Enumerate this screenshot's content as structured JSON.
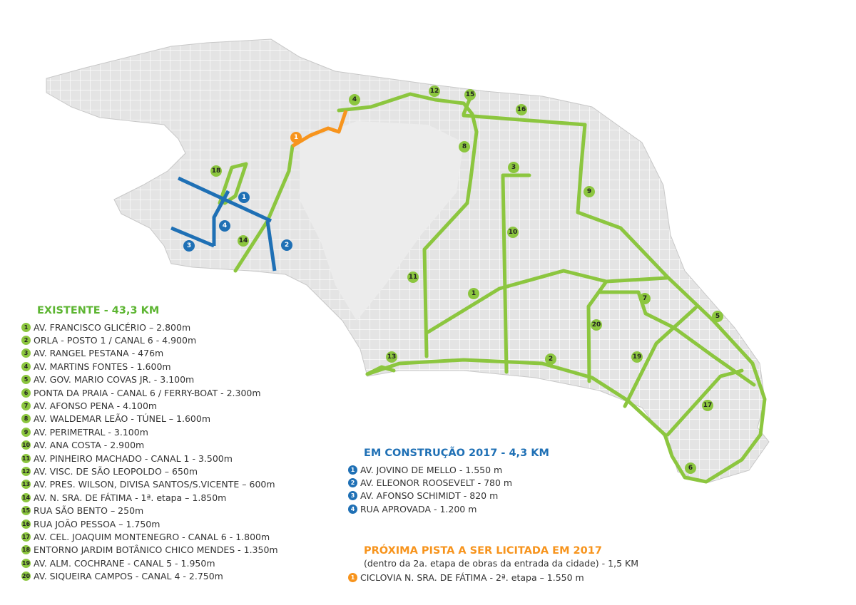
{
  "colors": {
    "existing": "#8cc63f",
    "construction": "#1f70b5",
    "next": "#f7941d",
    "land": "#e4e4e4"
  },
  "existing": {
    "title": "EXISTENTE - 43,3 KM",
    "items": [
      {
        "n": "1",
        "label": "AV. FRANCISCO GLICÉRIO – 2.800m"
      },
      {
        "n": "2",
        "label": "ORLA - POSTO 1 / CANAL 6 - 4.900m"
      },
      {
        "n": "3",
        "label": "AV. RANGEL PESTANA - 476m"
      },
      {
        "n": "4",
        "label": "AV. MARTINS FONTES - 1.600m"
      },
      {
        "n": "5",
        "label": "AV. GOV. MARIO COVAS JR. - 3.100m"
      },
      {
        "n": "6",
        "label": "PONTA DA PRAIA - CANAL 6 / FERRY-BOAT - 2.300m"
      },
      {
        "n": "7",
        "label": "AV. AFONSO PENA - 4.100m"
      },
      {
        "n": "8",
        "label": "AV. WALDEMAR LEÃO - TÚNEL – 1.600m"
      },
      {
        "n": "9",
        "label": "AV. PERIMETRAL - 3.100m"
      },
      {
        "n": "10",
        "label": "AV. ANA COSTA - 2.900m"
      },
      {
        "n": "11",
        "label": "AV. PINHEIRO MACHADO - CANAL 1 - 3.500m"
      },
      {
        "n": "12",
        "label": "AV. VISC. DE SÃO LEOPOLDO – 650m"
      },
      {
        "n": "13",
        "label": "AV. PRES. WILSON, DIVISA SANTOS/S.VICENTE – 600m"
      },
      {
        "n": "14",
        "label": "AV. N. SRA. DE FÁTIMA - 1ª. etapa – 1.850m"
      },
      {
        "n": "15",
        "label": "RUA SÃO BENTO – 250m"
      },
      {
        "n": "16",
        "label": "RUA JOÃO PESSOA – 1.750m"
      },
      {
        "n": "17",
        "label": "AV. CEL. JOAQUIM MONTENEGRO - CANAL 6 - 1.800m"
      },
      {
        "n": "18",
        "label": "ENTORNO JARDIM BOTÂNICO CHICO MENDES - 1.350m"
      },
      {
        "n": "19",
        "label": "AV. ALM. COCHRANE - CANAL 5 - 1.950m"
      },
      {
        "n": "20",
        "label": "AV. SIQUEIRA CAMPOS - CANAL 4 - 2.750m"
      }
    ]
  },
  "construction": {
    "title": "EM CONSTRUÇÃO 2017 - 4,3 KM",
    "items": [
      {
        "n": "1",
        "label": "AV. JOVINO DE MELLO - 1.550 m"
      },
      {
        "n": "2",
        "label": "AV. ELEONOR ROOSEVELT - 780 m"
      },
      {
        "n": "3",
        "label": "AV. AFONSO SCHIMIDT - 820 m"
      },
      {
        "n": "4",
        "label": "RUA APROVADA - 1.200 m"
      }
    ]
  },
  "next": {
    "title": "PRÓXIMA PISTA A SER LICITADA EM 2017",
    "subtitle": "(dentro da 2a. etapa de obras da entrada da cidade) - 1,5 KM",
    "items": [
      {
        "n": "1",
        "label": "CICLOVIA N. SRA. DE FÁTIMA - 2ª. etapa – 1.550 m"
      }
    ]
  }
}
